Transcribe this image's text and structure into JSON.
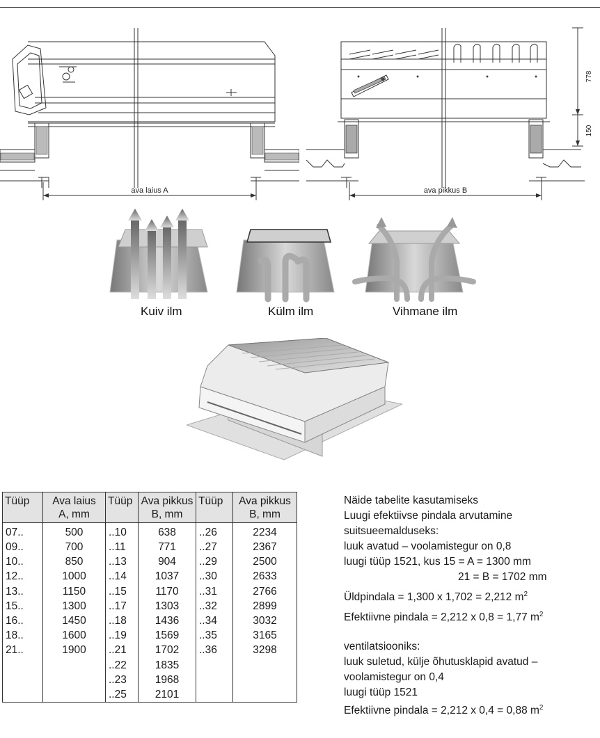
{
  "drawings": {
    "width_label": "ava laius A",
    "length_label": "ava pikkus B",
    "dim_height": "778",
    "dim_curb": "150"
  },
  "weather": {
    "labels": [
      "Kuiv ilm",
      "Külm ilm",
      "Vihmane ilm"
    ]
  },
  "table": {
    "headers": [
      [
        "Tüüp",
        ""
      ],
      [
        "Ava laius",
        "A, mm"
      ],
      [
        "Tüüp",
        ""
      ],
      [
        "Ava pikkus",
        "B,  mm"
      ],
      [
        "Tüüp",
        ""
      ],
      [
        "Ava pikkus",
        "B,  mm"
      ]
    ],
    "rows": [
      [
        "07..",
        "500",
        "..10",
        "638",
        "..26",
        "2234"
      ],
      [
        "09..",
        "700",
        "..11",
        "771",
        "..27",
        "2367"
      ],
      [
        "10..",
        "850",
        "..13",
        "904",
        "..29",
        "2500"
      ],
      [
        "12..",
        "1000",
        "..14",
        "1037",
        "..30",
        "2633"
      ],
      [
        "13..",
        "1150",
        "..15",
        "1170",
        "..31",
        "2766"
      ],
      [
        "15..",
        "1300",
        "..17",
        "1303",
        "..32",
        "2899"
      ],
      [
        "16..",
        "1450",
        "..18",
        "1436",
        "..34",
        "3032"
      ],
      [
        "18..",
        "1600",
        "..19",
        "1569",
        "..35",
        "3165"
      ],
      [
        "21..",
        "1900",
        "..21",
        "1702",
        "..36",
        "3298"
      ],
      [
        "",
        "",
        "..22",
        "1835",
        "",
        ""
      ],
      [
        "",
        "",
        "..23",
        "1968",
        "",
        ""
      ],
      [
        "",
        "",
        "..25",
        "2101",
        "",
        ""
      ]
    ]
  },
  "example": {
    "title": "Näide tabelite kasutamiseks",
    "subtitle": "Luugi efektiivse pindala arvutamine",
    "smoke_heading": "suitsueemalduseks:",
    "smoke_line1": "luuk avatud – voolamistegur on 0,8",
    "smoke_line2": "luugi tüüp 1521, kus 15 = A = 1300 mm",
    "smoke_line3": "21 = B = 1702 mm",
    "total_area": "Üldpindala = 1,300 x 1,702 = 2,212 m",
    "eff_area_smoke": "Efektiivne pindala = 2,212 x 0,8 = 1,77 m",
    "vent_heading": "ventilatsiooniks:",
    "vent_line1": "luuk suletud, külje õhutusklapid avatud –",
    "vent_line2": "voolamistegur on 0,4",
    "vent_line3": "luugi tüüp 1521",
    "eff_area_vent": "Efektiivne pindala = 2,212 x 0,4 = 0,88 m",
    "sup": "2"
  }
}
